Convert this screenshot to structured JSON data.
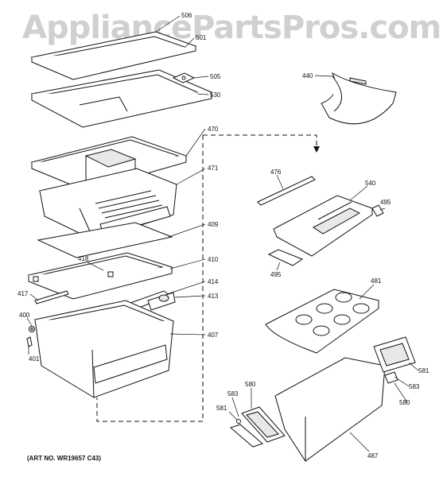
{
  "watermark": "AppliancePartsPros.com",
  "art_number": "(ART NO. WR19657 C43)",
  "callouts": {
    "c506": "506",
    "c501": "501",
    "c505": "505",
    "c530": "530",
    "c470": "470",
    "c471": "471",
    "c409": "409",
    "c418": "418",
    "c410": "410",
    "c414": "414",
    "c417": "417",
    "c413": "413",
    "c400": "400",
    "c401": "401",
    "c407": "407",
    "c440": "440",
    "c476": "476",
    "c540": "540",
    "c495a": "495",
    "c495b": "495",
    "c481": "481",
    "c581a": "581",
    "c583a": "583",
    "c580a": "580",
    "c581b": "581",
    "c583b": "583",
    "c580b": "580",
    "c487": "487"
  }
}
